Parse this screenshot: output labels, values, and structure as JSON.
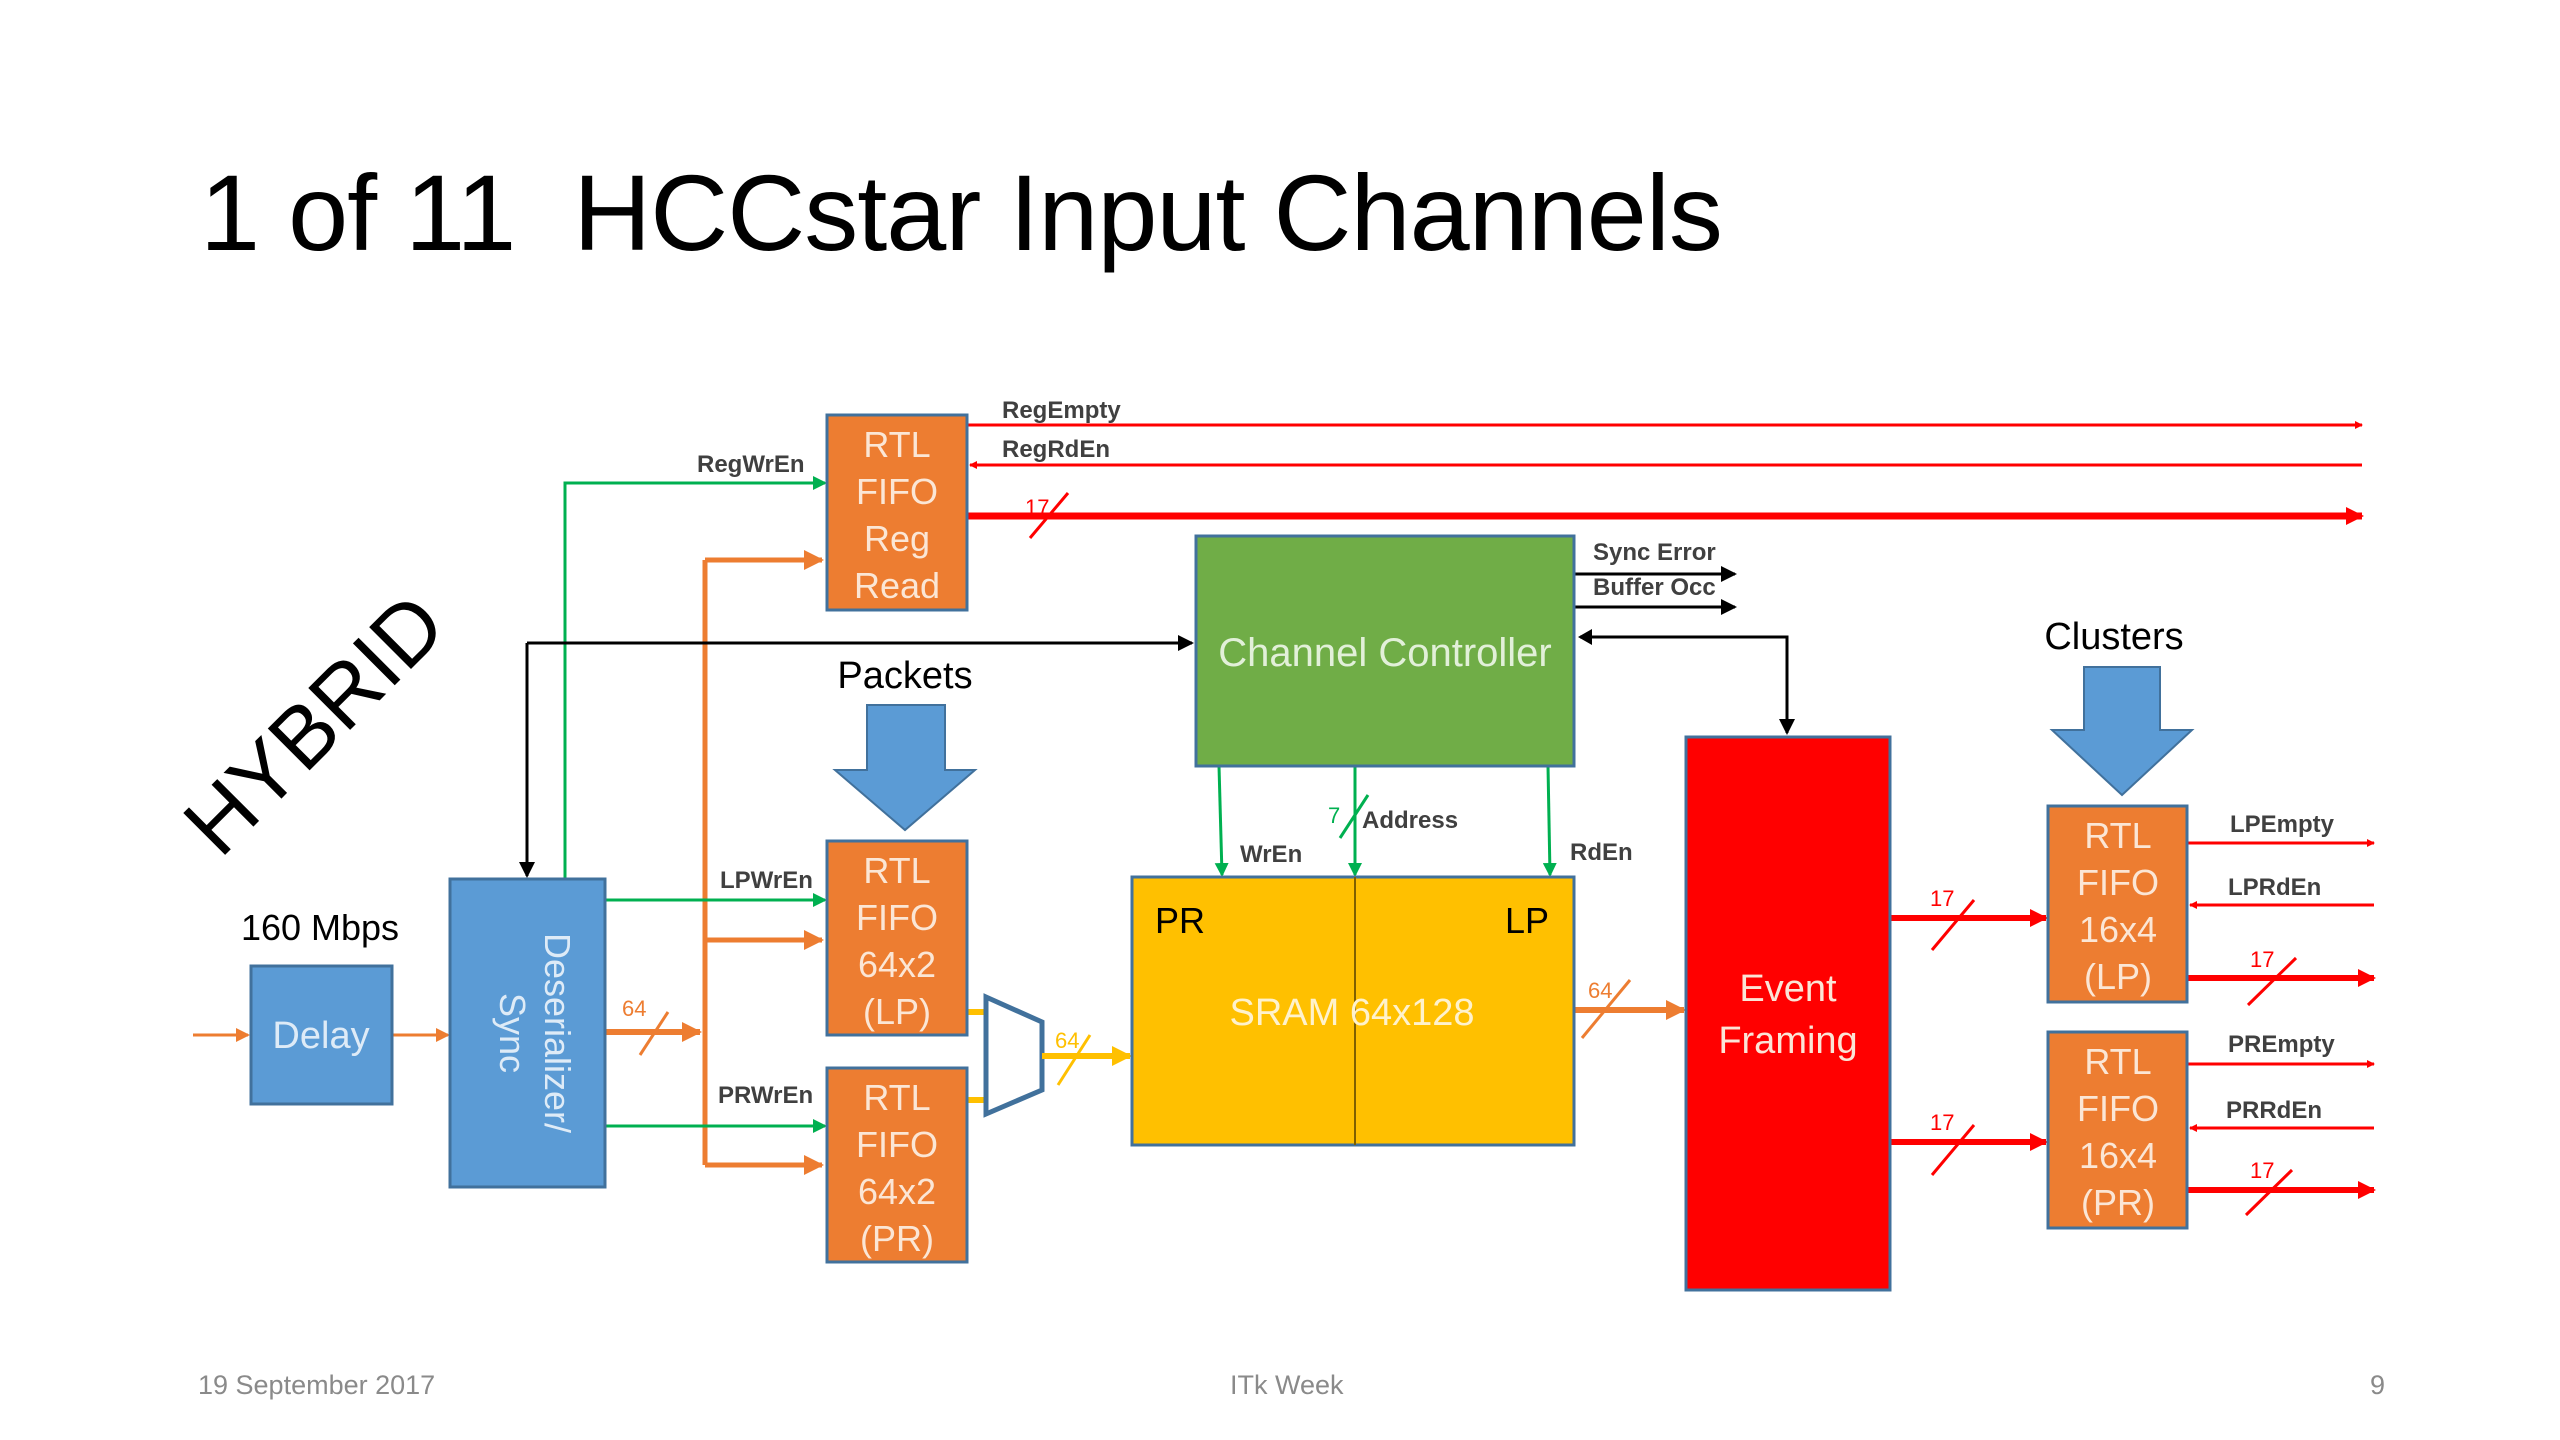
{
  "slide": {
    "title": "1 of 11  HCCstar Input Channels",
    "side_label": "HYBRID",
    "footer": {
      "date": "19 September 2017",
      "event": "ITk Week",
      "page_number": "9"
    }
  },
  "colors": {
    "orange_box": "#ed7d31",
    "blue_box": "#5b9bd5",
    "green_box": "#70ad47",
    "yellow_box": "#ffc000",
    "red_box": "#ff0000",
    "signal_red": "#ff0000",
    "signal_green": "#00b050",
    "signal_orange": "#ed7d31",
    "signal_black": "#000000"
  },
  "blocks": {
    "delay": {
      "label": "Delay"
    },
    "input_rate": "160 Mbps",
    "deserializer": {
      "label_line1": "Deserializer/",
      "label_line2": "Sync"
    },
    "reg_fifo": {
      "lines": [
        "RTL",
        "FIFO",
        "Reg",
        "Read"
      ]
    },
    "lp_fifo_in": {
      "lines": [
        "RTL",
        "FIFO",
        "64x2",
        "(LP)"
      ]
    },
    "pr_fifo_in": {
      "lines": [
        "RTL",
        "FIFO",
        "64x2",
        "(PR)"
      ]
    },
    "channel_controller": {
      "label": "Channel Controller"
    },
    "sram": {
      "label": "SRAM 64x128",
      "left_label": "PR",
      "right_label": "LP"
    },
    "event_framing": {
      "line1": "Event",
      "line2": "Framing"
    },
    "lp_fifo_out": {
      "lines": [
        "RTL",
        "FIFO",
        "16x4",
        "(LP)"
      ]
    },
    "pr_fifo_out": {
      "lines": [
        "RTL",
        "FIFO",
        "16x4",
        "(PR)"
      ]
    },
    "packets_arrow": {
      "label": "Packets"
    },
    "clusters_arrow": {
      "label": "Clusters"
    }
  },
  "signals": {
    "reg_empty": "RegEmpty",
    "reg_rd_en": "RegRdEn",
    "reg_bus_width": "17",
    "reg_wr_en": "RegWrEn",
    "lp_wr_en": "LPWrEn",
    "pr_wr_en": "PRWrEn",
    "deser_bus_width": "64",
    "mux_bus_width": "64",
    "sram_out_width": "64",
    "sync_error": "Sync Error",
    "buffer_occ": "Buffer Occ",
    "wr_en": "WrEn",
    "address": "Address",
    "address_width": "7",
    "rd_en": "RdEn",
    "ef_lp_width": "17",
    "ef_pr_width": "17",
    "lp_empty": "LPEmpty",
    "lp_rd_en": "LPRdEn",
    "lp_out_width": "17",
    "pr_empty": "PREmpty",
    "pr_rd_en": "PRRdEn",
    "pr_out_width": "17"
  }
}
